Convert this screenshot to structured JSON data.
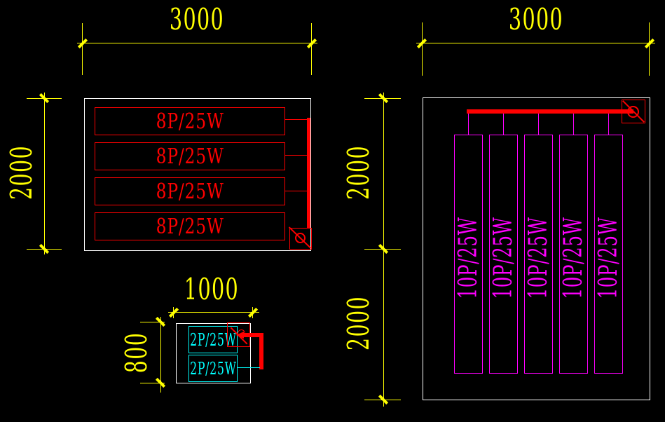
{
  "drawing": {
    "background": "#000000",
    "colors": {
      "dimension": "#FFFF00",
      "outline": "#FFFFFF",
      "wiring": "#FF0000",
      "fixture_a": "#FF0000",
      "fixture_b": "#FF00FF",
      "fixture_c": "#00FFFF"
    },
    "panel_a": {
      "width_dim": "3000",
      "height_dim": "2000",
      "fixtures": [
        {
          "label": "8P/25W"
        },
        {
          "label": "8P/25W"
        },
        {
          "label": "8P/25W"
        },
        {
          "label": "8P/25W"
        }
      ],
      "symbol": "circle-slash-switch"
    },
    "panel_b": {
      "width_dim": "3000",
      "height_dims": [
        "2000",
        "2000"
      ],
      "fixtures": [
        {
          "label": "10P/25W"
        },
        {
          "label": "10P/25W"
        },
        {
          "label": "10P/25W"
        },
        {
          "label": "10P/25W"
        },
        {
          "label": "10P/25W"
        }
      ],
      "symbol": "circle-slash-switch"
    },
    "panel_c": {
      "width_dim": "1000",
      "height_dim": "800",
      "fixtures": [
        {
          "label": "2P/25W"
        },
        {
          "label": "2P/25W"
        }
      ],
      "symbol": "circle-slash-switch"
    }
  }
}
